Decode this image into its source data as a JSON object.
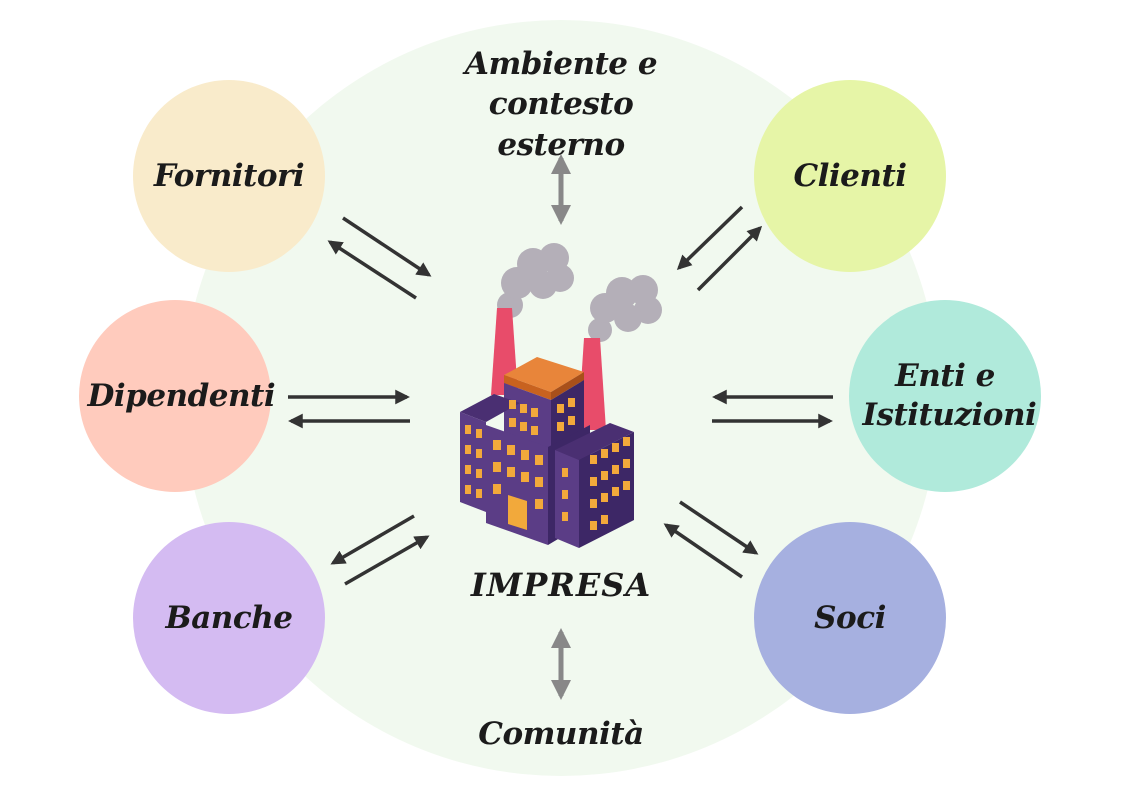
{
  "center": {
    "label": "IMPRESA"
  },
  "top": {
    "label": "Ambiente e contesto esterno"
  },
  "bottom": {
    "label": "Comunità"
  },
  "stakeholders": {
    "fornitori": {
      "label": "Fornitori",
      "color": "#f9ebcb"
    },
    "clienti": {
      "label": "Clienti",
      "color": "#e6f5a7"
    },
    "dipendenti": {
      "label": "Dipendenti",
      "color": "#ffcbbd"
    },
    "enti": {
      "label": "Enti e Istituzioni",
      "color": "#b0eadb"
    },
    "banche": {
      "label": "Banche",
      "color": "#d4bbf2"
    },
    "soci": {
      "label": "Soci",
      "color": "#a6b0e0"
    }
  },
  "colors": {
    "background_circle": "#f1f9ef",
    "arrow": "#333333",
    "double_arrow": "#888888"
  },
  "icons": {
    "center": "factory-icon"
  }
}
